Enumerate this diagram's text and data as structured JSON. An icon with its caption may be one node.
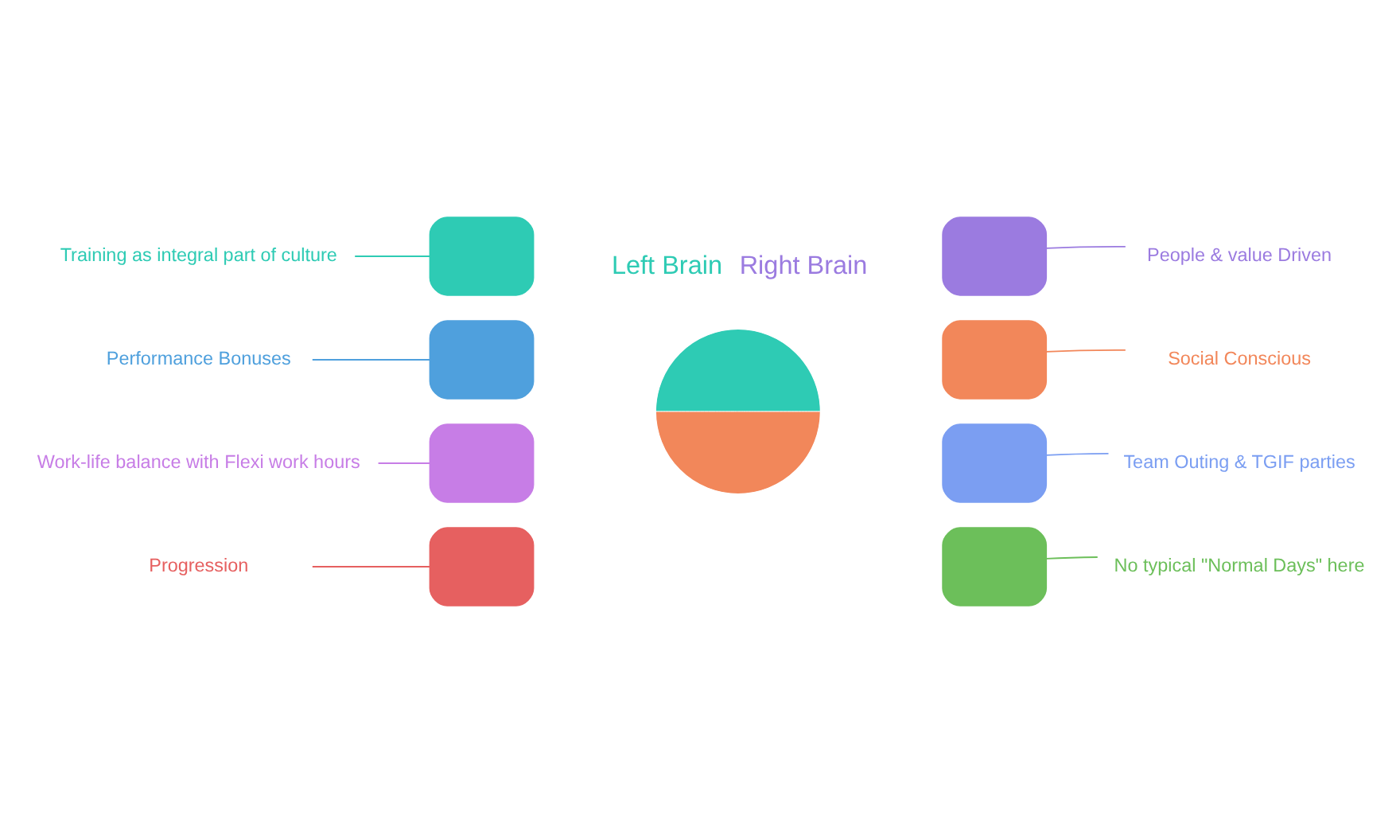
{
  "diagram": {
    "nodes": [
      {
        "text": [
          "Training as integral part of culture"
        ]
      },
      {
        "text": [],
        "shape": "box"
      },
      {
        "text": [],
        "shape": "box"
      },
      {
        "text": [
          "People & value Driven"
        ]
      },
      {
        "text": [
          "Performance Bonuses"
        ]
      },
      {
        "text": [],
        "shape": "box"
      },
      {
        "text": [],
        "shape": "box"
      },
      {
        "text": [
          "Social Conscious"
        ]
      },
      {
        "text": [
          "Work-life balance with Flexi work hours"
        ]
      },
      {
        "text": [],
        "shape": "box"
      },
      {
        "text": [],
        "shape": "box"
      },
      {
        "text": [
          "Team Outing & TGIF parties"
        ]
      },
      {
        "text": [
          "Progression"
        ]
      },
      {
        "text": [],
        "shape": "box"
      },
      {
        "text": [],
        "shape": "box"
      },
      {
        "text": [
          "No typical \"Normal Days\" here"
        ]
      },
      {
        "text": [],
        "shape": "picture"
      }
    ],
    "edges": [
      {
        "from": 0,
        "to": 1,
        "arrow": "none",
        "color": "#2ecbb4"
      },
      {
        "from": 3,
        "to": 2,
        "arrow": "none",
        "color": "#9b7be0"
      },
      {
        "from": 4,
        "to": 5,
        "arrow": "none",
        "color": "#4fa0dd"
      },
      {
        "from": 7,
        "to": 6,
        "arrow": "none",
        "color": "#f2875a"
      },
      {
        "from": 8,
        "to": 9,
        "arrow": "none",
        "color": "#c77de6"
      },
      {
        "from": 11,
        "to": 10,
        "arrow": "none",
        "color": "#7b9ef2"
      },
      {
        "from": 12,
        "to": 13,
        "arrow": "none",
        "color": "#e66060"
      },
      {
        "from": 15,
        "to": 14,
        "arrow": "none",
        "color": "#6cbf5a"
      }
    ],
    "labels": [
      "Left Brain",
      "Right Brain"
    ]
  }
}
